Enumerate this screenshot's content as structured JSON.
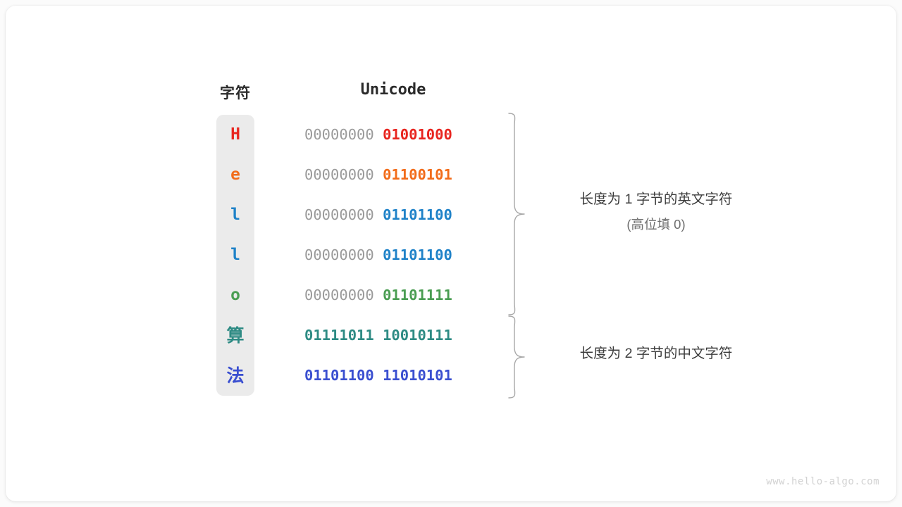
{
  "headers": {
    "character": "字符",
    "encoding": "Unicode"
  },
  "colors": {
    "red": "#e8251f",
    "orange": "#f26c1a",
    "blue": "#1f82c8",
    "green": "#4a9d52",
    "teal": "#2e8b84",
    "indigo": "#3a4fd0",
    "pad_gray": "#9a9a9a",
    "strip_bg": "#ebebeb",
    "brace": "#a8a8a8"
  },
  "rows": [
    {
      "char": "H",
      "color": "#e8251f",
      "pad": "00000000",
      "byte": "01001000",
      "cjk": false
    },
    {
      "char": "e",
      "color": "#f26c1a",
      "pad": "00000000",
      "byte": "01100101",
      "cjk": false
    },
    {
      "char": "l",
      "color": "#1f82c8",
      "pad": "00000000",
      "byte": "01101100",
      "cjk": false
    },
    {
      "char": "l",
      "color": "#1f82c8",
      "pad": "00000000",
      "byte": "01101100",
      "cjk": false
    },
    {
      "char": "o",
      "color": "#4a9d52",
      "pad": "00000000",
      "byte": "01101111",
      "cjk": false
    },
    {
      "char": "算",
      "color": "#2e8b84",
      "pad": "01111011",
      "byte": "10010111",
      "cjk": true
    },
    {
      "char": "法",
      "color": "#3a4fd0",
      "pad": "01101100",
      "byte": "11010101",
      "cjk": true
    }
  ],
  "annotations": {
    "ascii": {
      "main": "长度为 1 字节的英文字符",
      "sub": "(高位填 0)"
    },
    "chinese": {
      "main": "长度为 2 字节的中文字符"
    }
  },
  "watermark": "www.hello-algo.com"
}
